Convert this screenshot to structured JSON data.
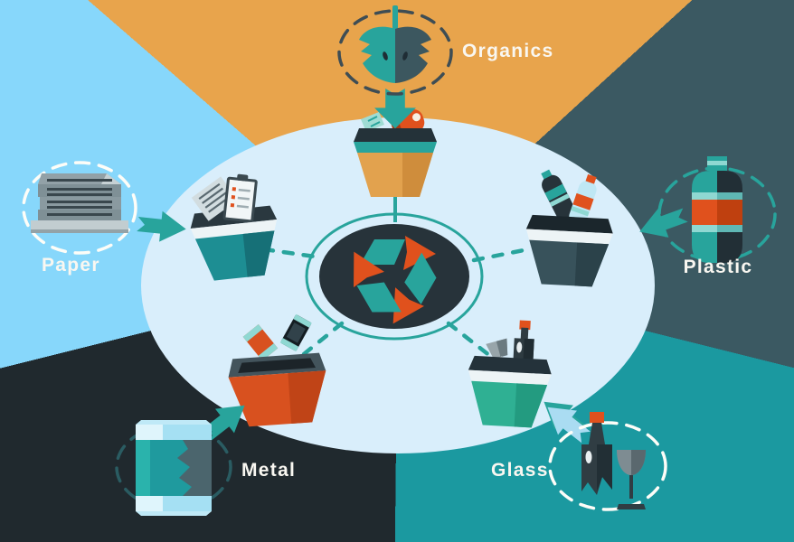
{
  "center": {
    "icon": "recycle-arrows-icon"
  },
  "categories": [
    {
      "id": "organics",
      "label": "Organics",
      "icon": "apple-core-icon",
      "bin_icon": "organics-bin",
      "position": "top"
    },
    {
      "id": "plastic",
      "label": "Plastic",
      "icon": "plastic-bottle-icon",
      "bin_icon": "plastic-bin",
      "position": "right"
    },
    {
      "id": "glass",
      "label": "Glass",
      "icon": "glass-bottle-wine-glass-icon",
      "bin_icon": "glass-bin",
      "position": "bottom-right"
    },
    {
      "id": "metal",
      "label": "Metal",
      "icon": "metal-can-icon",
      "bin_icon": "metal-bin",
      "position": "bottom-left"
    },
    {
      "id": "paper",
      "label": "Paper",
      "icon": "paper-stack-icon",
      "bin_icon": "paper-bin",
      "position": "left"
    }
  ],
  "colors": {
    "sector-orange": "#e8a44c",
    "sector-slate": "#3b5962",
    "sector-teal": "#1b99a0",
    "sector-charcoal": "#20292e",
    "sector-lightblue": "#87d7fb",
    "platform": "#d9eefb",
    "teal": "#28a49c",
    "orange-red": "#e0511d",
    "dark": "#26333a",
    "label-white": "#f9f7f1"
  }
}
